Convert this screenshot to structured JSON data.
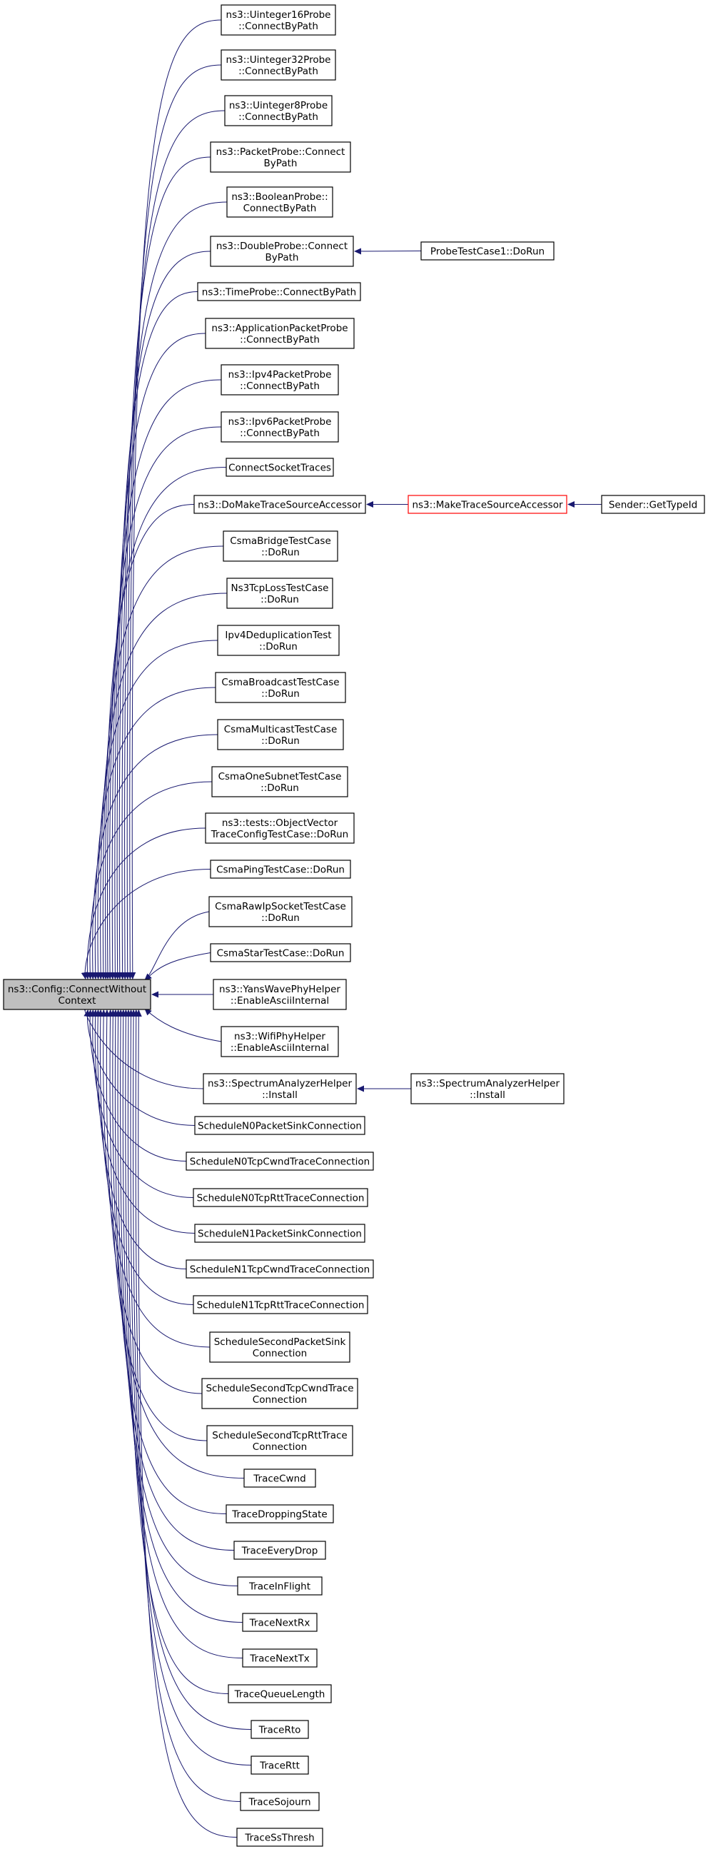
{
  "colors": {
    "edge": "#191970",
    "node_border": "#000000",
    "node_fill": "#ffffff",
    "root_fill": "#bfbfbf",
    "highlight_border": "#ff0000"
  },
  "root": {
    "id": "root",
    "lines": [
      "ns3::Config::ConnectWithout",
      "Context"
    ]
  },
  "callers": [
    {
      "id": "n0",
      "lines": [
        "ns3::Uinteger16Probe",
        "::ConnectByPath"
      ]
    },
    {
      "id": "n1",
      "lines": [
        "ns3::Uinteger32Probe",
        "::ConnectByPath"
      ]
    },
    {
      "id": "n2",
      "lines": [
        "ns3::Uinteger8Probe",
        "::ConnectByPath"
      ]
    },
    {
      "id": "n3",
      "lines": [
        "ns3::PacketProbe::Connect",
        "ByPath"
      ]
    },
    {
      "id": "n4",
      "lines": [
        "ns3::BooleanProbe::",
        "ConnectByPath"
      ]
    },
    {
      "id": "n5",
      "lines": [
        "ns3::DoubleProbe::Connect",
        "ByPath"
      ]
    },
    {
      "id": "n6",
      "lines": [
        "ns3::TimeProbe::ConnectByPath"
      ]
    },
    {
      "id": "n7",
      "lines": [
        "ns3::ApplicationPacketProbe",
        "::ConnectByPath"
      ]
    },
    {
      "id": "n8",
      "lines": [
        "ns3::Ipv4PacketProbe",
        "::ConnectByPath"
      ]
    },
    {
      "id": "n9",
      "lines": [
        "ns3::Ipv6PacketProbe",
        "::ConnectByPath"
      ]
    },
    {
      "id": "n10",
      "lines": [
        "ConnectSocketTraces"
      ]
    },
    {
      "id": "n11",
      "lines": [
        "ns3::DoMakeTraceSourceAccessor"
      ]
    },
    {
      "id": "n12",
      "lines": [
        "CsmaBridgeTestCase",
        "::DoRun"
      ]
    },
    {
      "id": "n13",
      "lines": [
        "Ns3TcpLossTestCase",
        "::DoRun"
      ]
    },
    {
      "id": "n14",
      "lines": [
        "Ipv4DeduplicationTest",
        "::DoRun"
      ]
    },
    {
      "id": "n15",
      "lines": [
        "CsmaBroadcastTestCase",
        "::DoRun"
      ]
    },
    {
      "id": "n16",
      "lines": [
        "CsmaMulticastTestCase",
        "::DoRun"
      ]
    },
    {
      "id": "n17",
      "lines": [
        "CsmaOneSubnetTestCase",
        "::DoRun"
      ]
    },
    {
      "id": "n18",
      "lines": [
        "ns3::tests::ObjectVector",
        "TraceConfigTestCase::DoRun"
      ]
    },
    {
      "id": "n19",
      "lines": [
        "CsmaPingTestCase::DoRun"
      ]
    },
    {
      "id": "n20",
      "lines": [
        "CsmaRawIpSocketTestCase",
        "::DoRun"
      ]
    },
    {
      "id": "n21",
      "lines": [
        "CsmaStarTestCase::DoRun"
      ]
    },
    {
      "id": "n22",
      "lines": [
        "ns3::YansWavePhyHelper",
        "::EnableAsciiInternal"
      ]
    },
    {
      "id": "n23",
      "lines": [
        "ns3::WifiPhyHelper",
        "::EnableAsciiInternal"
      ]
    },
    {
      "id": "n24",
      "lines": [
        "ns3::SpectrumAnalyzerHelper",
        "::Install"
      ]
    },
    {
      "id": "n25",
      "lines": [
        "ScheduleN0PacketSinkConnection"
      ]
    },
    {
      "id": "n26",
      "lines": [
        "ScheduleN0TcpCwndTraceConnection"
      ]
    },
    {
      "id": "n27",
      "lines": [
        "ScheduleN0TcpRttTraceConnection"
      ]
    },
    {
      "id": "n28",
      "lines": [
        "ScheduleN1PacketSinkConnection"
      ]
    },
    {
      "id": "n29",
      "lines": [
        "ScheduleN1TcpCwndTraceConnection"
      ]
    },
    {
      "id": "n30",
      "lines": [
        "ScheduleN1TcpRttTraceConnection"
      ]
    },
    {
      "id": "n31",
      "lines": [
        "ScheduleSecondPacketSink",
        "Connection"
      ]
    },
    {
      "id": "n32",
      "lines": [
        "ScheduleSecondTcpCwndTrace",
        "Connection"
      ]
    },
    {
      "id": "n33",
      "lines": [
        "ScheduleSecondTcpRttTrace",
        "Connection"
      ]
    },
    {
      "id": "n34",
      "lines": [
        "TraceCwnd"
      ]
    },
    {
      "id": "n35",
      "lines": [
        "TraceDroppingState"
      ]
    },
    {
      "id": "n36",
      "lines": [
        "TraceEveryDrop"
      ]
    },
    {
      "id": "n37",
      "lines": [
        "TraceInFlight"
      ]
    },
    {
      "id": "n38",
      "lines": [
        "TraceNextRx"
      ]
    },
    {
      "id": "n39",
      "lines": [
        "TraceNextTx"
      ]
    },
    {
      "id": "n40",
      "lines": [
        "TraceQueueLength"
      ]
    },
    {
      "id": "n41",
      "lines": [
        "TraceRto"
      ]
    },
    {
      "id": "n42",
      "lines": [
        "TraceRtt"
      ]
    },
    {
      "id": "n43",
      "lines": [
        "TraceSojourn"
      ]
    },
    {
      "id": "n44",
      "lines": [
        "TraceSsThresh"
      ]
    }
  ],
  "second_level": [
    {
      "id": "m0",
      "lines": [
        "ProbeTestCase1::DoRun"
      ],
      "calls": "n5",
      "highlight": false
    },
    {
      "id": "m1",
      "lines": [
        "ns3::MakeTraceSourceAccessor"
      ],
      "calls": "n11",
      "highlight": true
    },
    {
      "id": "m2",
      "lines": [
        "ns3::SpectrumAnalyzerHelper",
        "::Install"
      ],
      "calls": "n24",
      "highlight": false
    }
  ],
  "third_level": [
    {
      "id": "k0",
      "lines": [
        "Sender::GetTypeId"
      ],
      "calls": "m1",
      "highlight": false
    }
  ]
}
